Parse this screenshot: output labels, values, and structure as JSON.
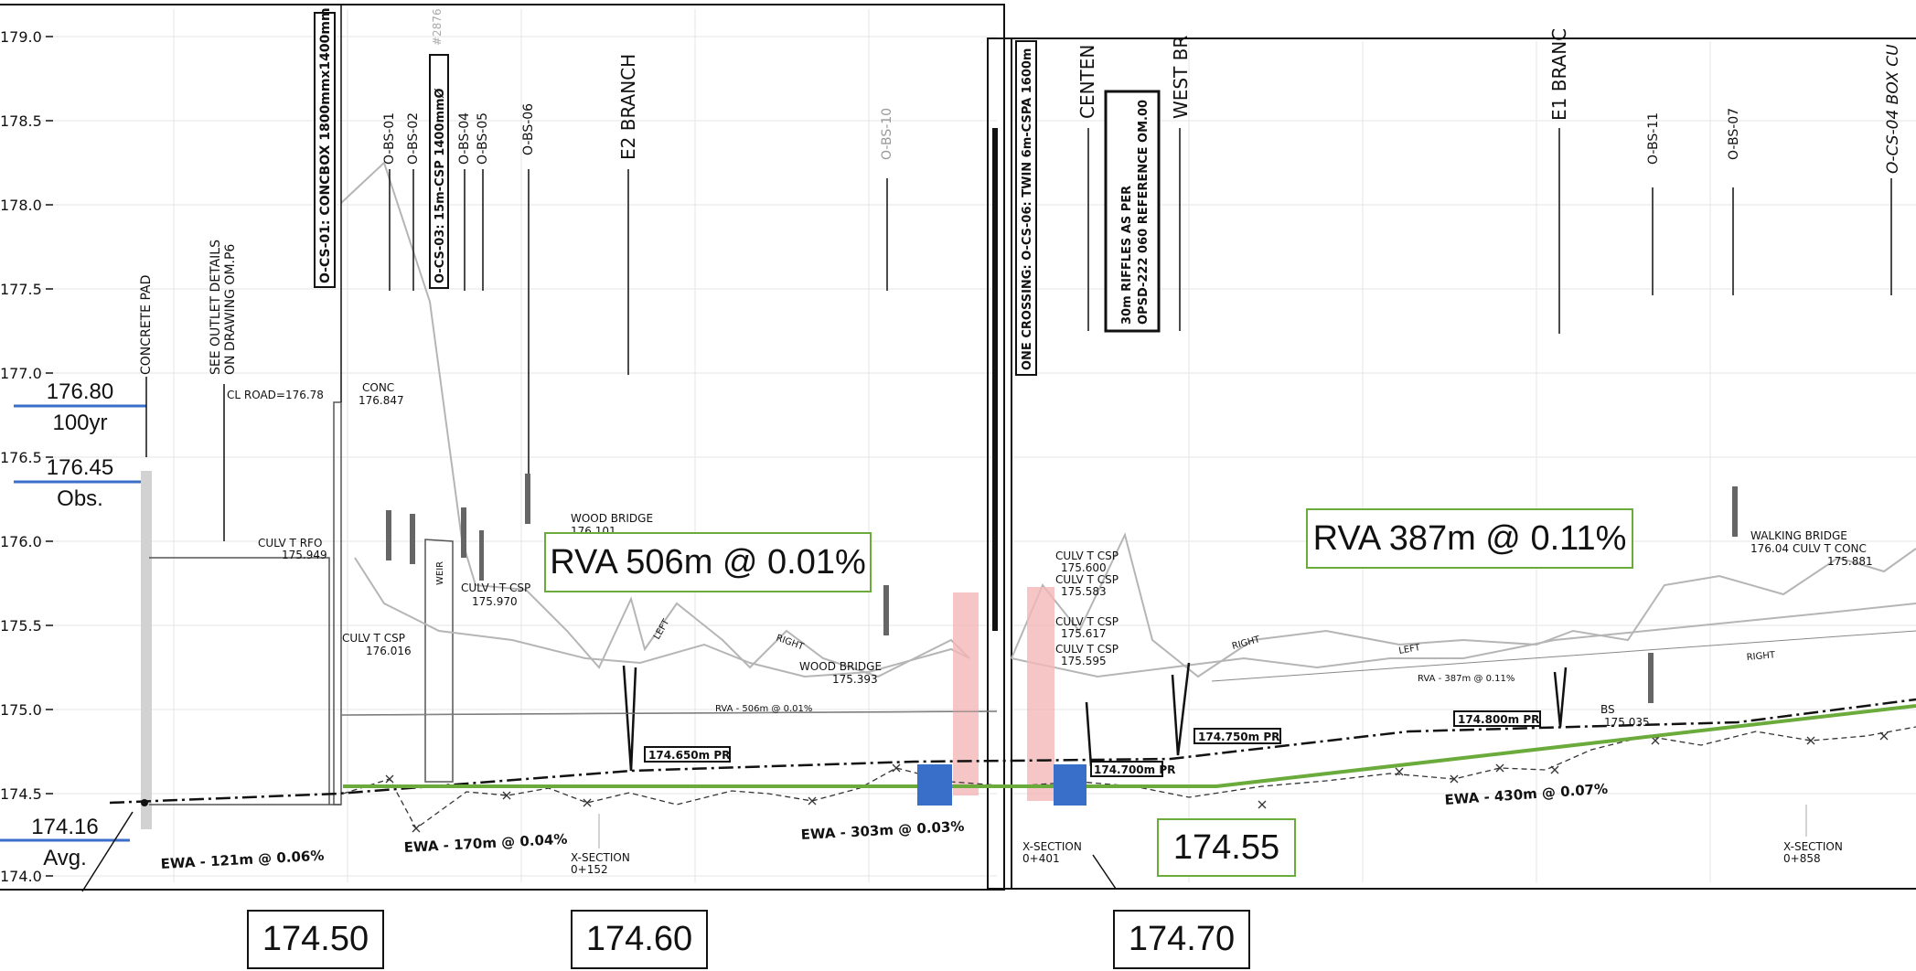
{
  "y_axis_ticks": [
    "179.0",
    "178.5",
    "178.0",
    "177.5",
    "177.0",
    "176.5",
    "176.0",
    "175.5",
    "175.0",
    "174.5",
    "174.0"
  ],
  "water_levels": [
    {
      "value": "176.80",
      "label": "100yr"
    },
    {
      "value": "176.45",
      "label": "Obs."
    },
    {
      "value": "174.16",
      "label": "Avg."
    }
  ],
  "structures_left": {
    "concrete_pad": "CONCRETE PAD",
    "outlet_details_1": "SEE OUTLET DETAILS",
    "outlet_details_2": "ON DRAWING OM.P6",
    "cs01": "O-CS-01: CONCBOX 1800mmx1400mm",
    "cs03": "O-CS-03: 15m-CSP 1400mmØ",
    "bs01": "O-BS-01",
    "bs02": "O-BS-02",
    "bs04": "O-BS-04",
    "bs05": "O-BS-05",
    "bs06": "O-BS-06",
    "bs10": "O-BS-10",
    "e2_branch": "E2 BRANCH",
    "faded_id": "#2876"
  },
  "structures_right": {
    "cs06": "ONE CROSSING: O-CS-06: TWIN 6m-CSPA 1600m",
    "centen": "CENTEN",
    "riffles_1": "30m RIFFLES AS PER",
    "riffles_2": "OPSD-222 060 REFERENCE OM.00",
    "west_br": "WEST BR",
    "e1_branch": "E1 BRANC",
    "bs11": "O-BS-11",
    "bs07": "O-BS-07",
    "cs04": "O-CS-04 BOX CU"
  },
  "callouts": {
    "cl_road": "CL ROAD=176.78",
    "conc_1": "CONC",
    "conc_2": "176.847",
    "culv_rfo_1": "CULV T RFO",
    "culv_rfo_2": "175.949",
    "culv_csp_a1": "CULV T CSP",
    "culv_csp_a2": "176.016",
    "culv_csp_b1": "CULV I T CSP",
    "culv_csp_b2": "175.970",
    "wood_bridge_1a": "WOOD BRIDGE",
    "wood_bridge_1b": "176.101",
    "wood_bridge_2a": "WOOD BRIDGE",
    "wood_bridge_2b": "175.393",
    "pr_174_650": "174.650m PR",
    "pr_174_700": "174.700m PR",
    "pr_174_750": "174.750m PR",
    "pr_174_800": "174.800m PR",
    "culv_r1a": "CULV T CSP",
    "culv_r1b": "175.600",
    "culv_r2a": "CULV T CSP",
    "culv_r2b": "175.583",
    "culv_r3a": "CULV T CSP",
    "culv_r3b": "175.617",
    "culv_r4a": "CULV T CSP",
    "culv_r4b": "175.595",
    "bs_1": "BS",
    "bs_2": "175.035",
    "walking_bridge_1": "WALKING BRIDGE",
    "walking_bridge_2": "176.04",
    "culv_conc_1": "CULV T CONC",
    "culv_conc_2": "175.881",
    "rva_left_small": "RVA - 506m @ 0.01%",
    "rva_right_small": "RVA - 387m @ 0.11%",
    "left_label": "LEFT",
    "right_label": "RIGHT",
    "weir_label": "WEIR"
  },
  "slopes": {
    "ewa_121": "EWA - 121m @ 0.06%",
    "ewa_170": "EWA - 170m @ 0.04%",
    "ewa_303": "EWA - 303m @ 0.03%",
    "ewa_430": "EWA - 430m @ 0.07%"
  },
  "sections": {
    "xs_152_a": "X-SECTION",
    "xs_152_b": "0+152",
    "xs_401_a": "X-SECTION",
    "xs_401_b": "0+401",
    "xs_858_a": "X-SECTION",
    "xs_858_b": "0+858"
  },
  "annotations": {
    "rva_left": "RVA 506m @ 0.01%",
    "rva_right": "RVA 387m @ 0.11%",
    "mid_174_55": "174.55"
  },
  "bottom_labels": [
    "174.50",
    "174.60",
    "174.70"
  ],
  "colors": {
    "green": "#6aab3c",
    "blue_box": "#3a6fc9",
    "pink": "#f4b6b6",
    "water_line": "#3a6fc9"
  }
}
